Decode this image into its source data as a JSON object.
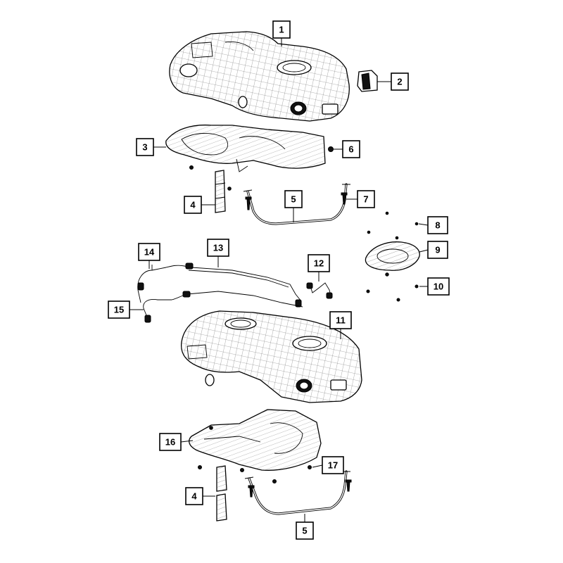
{
  "callouts": {
    "c1": "1",
    "c2": "2",
    "c3": "3",
    "c4a": "4",
    "c5a": "5",
    "c6": "6",
    "c7": "7",
    "c8": "8",
    "c9": "9",
    "c10": "10",
    "c11": "11",
    "c12": "12",
    "c13": "13",
    "c14": "14",
    "c15": "15",
    "c16": "16",
    "c17": "17",
    "c4b": "4",
    "c5b": "5"
  }
}
